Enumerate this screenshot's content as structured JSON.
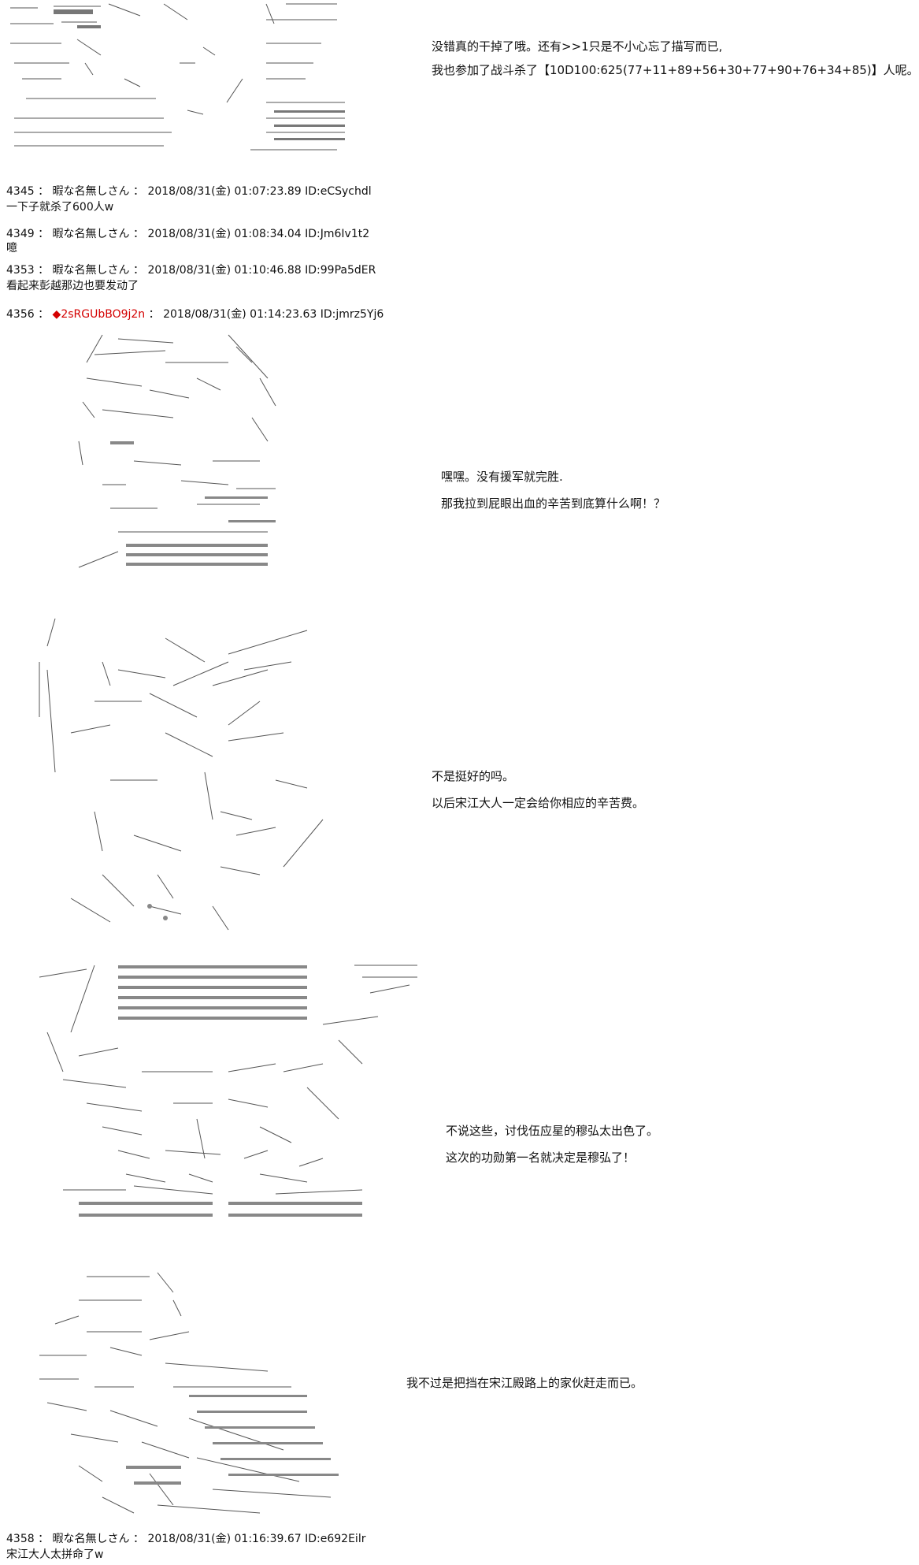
{
  "top_dialogue": {
    "line1": "没错真的干掉了哦。还有>>1只是不小心忘了描写而已,",
    "line2": "我也参加了战斗杀了【10D100:625(77+11+89+56+30+77+90+76+34+85)】人呢。"
  },
  "posts": [
    {
      "number": "4345",
      "name": "暇な名無しさん",
      "date": "2018/08/31(金) 01:07:23.89",
      "id": "ID:eCSychdl",
      "body": "一下子就杀了600人w"
    },
    {
      "number": "4349",
      "name": "暇な名無しさん",
      "date": "2018/08/31(金) 01:08:34.04",
      "id": "ID:Jm6Iv1t2",
      "body": "噫"
    },
    {
      "number": "4353",
      "name": "暇な名無しさん",
      "date": "2018/08/31(金) 01:10:46.88",
      "id": "ID:99Pa5dER",
      "body": "看起来彭越那边也要发动了"
    }
  ],
  "author_post": {
    "number": "4356",
    "trip": "◆2sRGUbBO9j2n",
    "date": "2018/08/31(金) 01:14:23.63",
    "id": "ID:jmrz5Yj6"
  },
  "panels": [
    {
      "line1": "嘿嘿。没有援军就完胜.",
      "line2": "那我拉到屁眼出血的辛苦到底算什么啊！？"
    },
    {
      "line1": "不是挺好的吗。",
      "line2": "以后宋江大人一定会给你相应的辛苦费。"
    },
    {
      "line1": "不说这些，讨伐伍应星的穆弘太出色了。",
      "line2": "这次的功勋第一名就决定是穆弘了！"
    },
    {
      "line1": "我不过是把挡在宋江殿路上的家伙赶走而已。"
    }
  ],
  "last_post": {
    "number": "4358",
    "name": "暇な名無しさん",
    "date": "2018/08/31(金) 01:16:39.67",
    "id": "ID:e692Eilr",
    "body": "宋江大人太拼命了w"
  },
  "separator": " ： ",
  "icons": [
    "ascii-art-character"
  ]
}
